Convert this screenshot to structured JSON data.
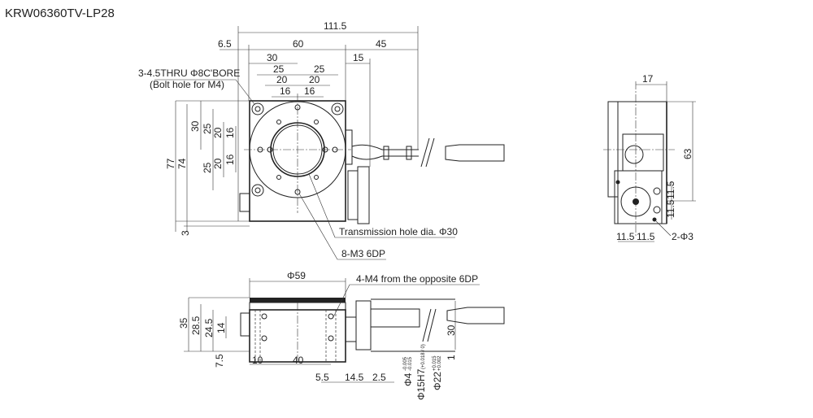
{
  "title": "KRW06360TV-LP28",
  "top_view": {
    "dims": [
      "111.5",
      "6.5",
      "60",
      "45",
      "30",
      "15",
      "25",
      "25",
      "20",
      "20",
      "16",
      "16"
    ],
    "vdims": [
      "77",
      "74",
      "30",
      "25",
      "20",
      "16",
      "25",
      "20",
      "16",
      "3"
    ],
    "callout_bolt": "3-4.5THRU Φ8C'BORE",
    "callout_bolt_note": "(Bolt hole for M4)",
    "callout_transmission": "Transmission hole dia. Φ30",
    "callout_tap": "8-M3 6DP"
  },
  "front_view": {
    "dia": "Φ59",
    "callout": "4-M4 from the opposite 6DP",
    "vdims": [
      "35",
      "28.5",
      "24.5",
      "14",
      "7.5"
    ],
    "hdims": [
      "10",
      "40",
      "5.5",
      "14.5",
      "2.5"
    ],
    "shaft": [
      "Φ4",
      "Φ15H7",
      "Φ22"
    ],
    "tol": {
      "d4_upper": "-0.005",
      "d4_lower": "-0.015",
      "d15": "(+0.018 / 0)",
      "d22_upper": "+0.015",
      "d22_lower": "+0.002"
    },
    "rdims": [
      "30",
      "1"
    ]
  },
  "side_view": {
    "dims": [
      "17",
      "63",
      "11.5",
      "11.5",
      "11.5",
      "11.5"
    ],
    "callout": "2-Φ3"
  }
}
